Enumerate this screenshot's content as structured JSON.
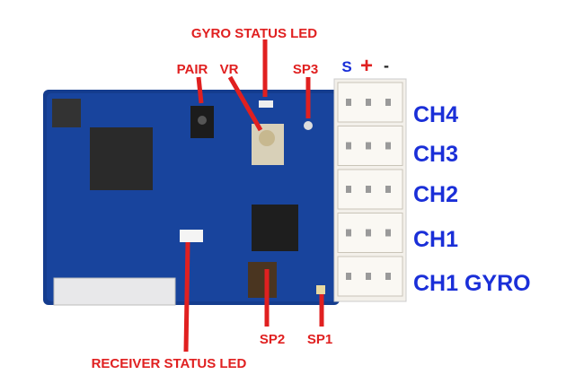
{
  "labels": {
    "gyro_status_led": "GYRO STATUS LED",
    "pair": "PAIR",
    "vr": "VR",
    "sp3": "SP3",
    "sp2": "SP2",
    "sp1": "SP1",
    "receiver_status_led": "RECEIVER STATUS LED"
  },
  "pinout": {
    "signal": "S",
    "plus": "+",
    "minus": "-"
  },
  "channels": [
    "CH4",
    "CH3",
    "CH2",
    "CH1",
    "CH1 GYRO"
  ],
  "colors": {
    "label_red": "#e02020",
    "channel_blue": "#1a2fd8",
    "board_blue": "#123a8c"
  }
}
